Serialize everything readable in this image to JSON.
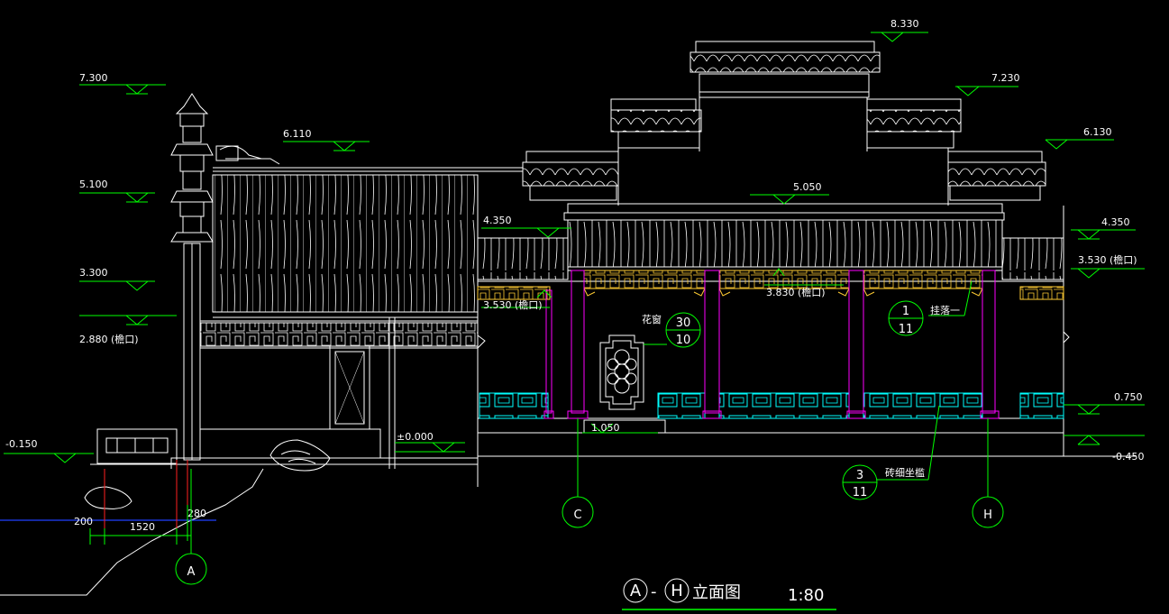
{
  "levels": {
    "l_7300": "7.300",
    "l_5100": "5.100",
    "l_3300": "3.300",
    "l_2880": "2.880 (檐口)",
    "l_m0150": "-0.150",
    "l_6110": "6.110",
    "l_4350_left": "4.350",
    "l_3530_left": "3.530 (檐口)",
    "l_0000": "±0.000",
    "l_8330": "8.330",
    "l_7230": "7.230",
    "l_6130": "6.130",
    "l_5050": "5.050",
    "l_3830": "3.830 (檐口)",
    "l_4350_right": "4.350",
    "l_3530_right": "3.530 (檐口)",
    "l_0750": "0.750",
    "l_m0450": "-0.450"
  },
  "dimensions": {
    "d_200": "200",
    "d_1520": "1520",
    "d_280": "280",
    "d_1050": "1.050"
  },
  "annotations": {
    "flower_window": "花窗",
    "hanging_fascia": "挂落一",
    "brick_seat": "砖细坐槛"
  },
  "detail_refs": {
    "flower_window": {
      "num": "30",
      "sheet": "10"
    },
    "hanging_fascia": {
      "num": "1",
      "sheet": "11"
    },
    "brick_seat": {
      "num": "3",
      "sheet": "11"
    }
  },
  "grid_axes": {
    "a": "A",
    "c": "C",
    "h": "H"
  },
  "title": {
    "from": "A",
    "sep": "-",
    "to": "H",
    "name": "立面图",
    "scale": "1:80"
  },
  "colors": {
    "background": "#000000",
    "line": "#ffffff",
    "level_line": "#00ff00",
    "column": "#ff00ff",
    "fascia": "#ffcc33",
    "railing": "#00ffff",
    "axis": "#ff2020",
    "water": "#2040ff"
  }
}
